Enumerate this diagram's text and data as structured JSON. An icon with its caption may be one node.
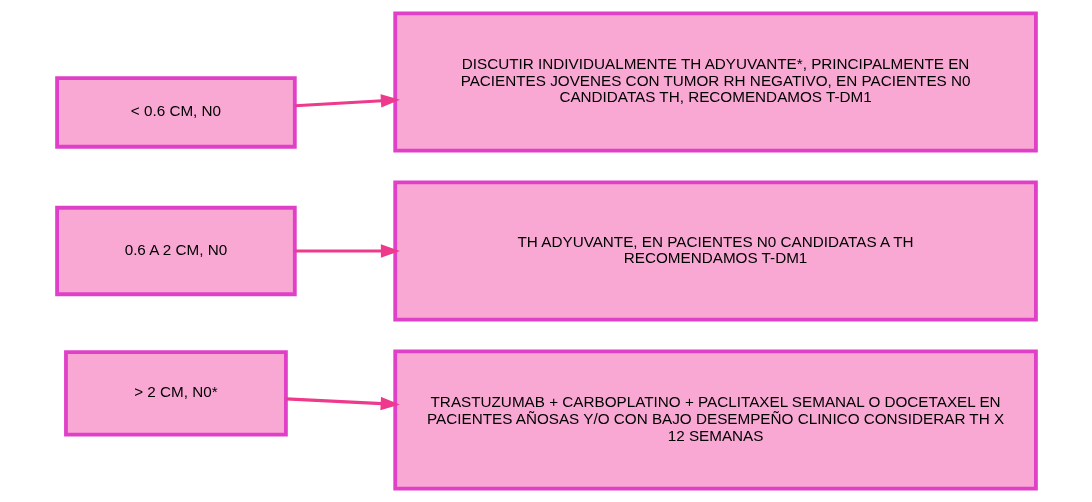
{
  "diagram": {
    "nodes": [
      {
        "text": [
          "< 0.6 CM, N0"
        ]
      },
      {
        "text": [
          "DISCUTIR INDIVIDUALMENTE TH ADYUVANTE*, PRINCIPALMENTE EN PACIENTES JOVENES CON TUMOR RH NEGATIVO, EN PACIENTES N0 CANDIDATAS TH, RECOMENDAMOS T-DM1"
        ]
      },
      {
        "text": [
          "0.6 A 2 CM, N0"
        ]
      },
      {
        "text": [
          "TH ADYUVANTE, EN PACIENTES N0 CANDIDATAS A TH RECOMENDAMOS T-DM1"
        ]
      },
      {
        "text": [
          "> 2 CM, N0*"
        ]
      },
      {
        "text": [
          "TRASTUZUMAB + CARBOPLATINO + PACLITAXEL SEMANAL O DOCETAXEL EN PACIENTES AÑOSAS Y/O CON BAJO DESEMPEÑO CLINICO CONSIDERAR TH X 12 SEMANAS"
        ]
      }
    ],
    "edges": [
      {
        "from": 0,
        "to": 1,
        "arrow": "to"
      },
      {
        "from": 2,
        "to": 3,
        "arrow": "to"
      },
      {
        "from": 4,
        "to": 5,
        "arrow": "to"
      }
    ]
  }
}
